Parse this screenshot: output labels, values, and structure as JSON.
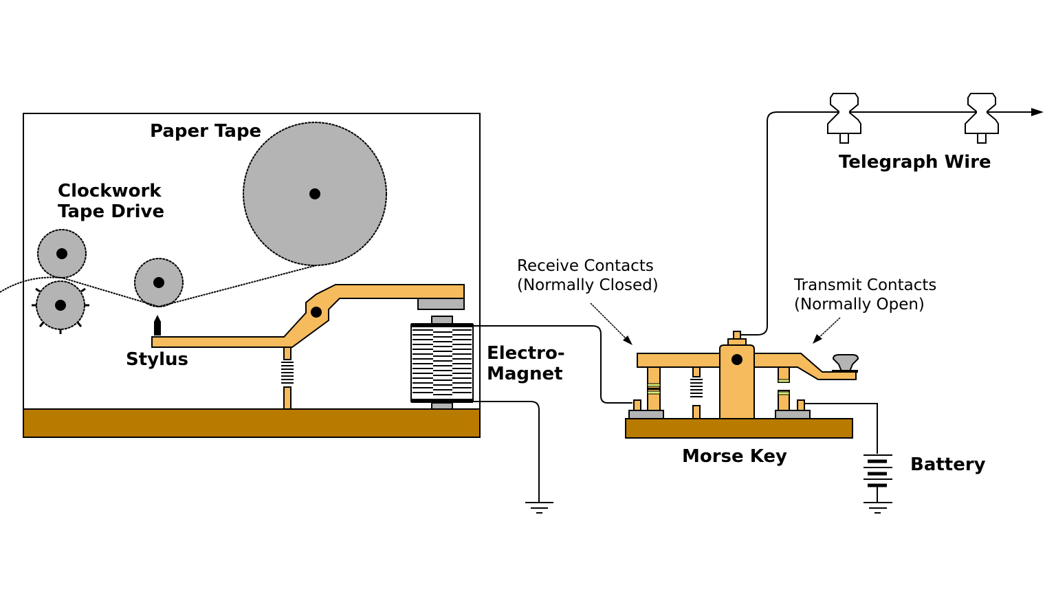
{
  "diagram": {
    "title": "Morse telegraph receiver and key circuit",
    "labels": {
      "paper_tape": "Paper Tape",
      "clockwork_line1": "Clockwork",
      "clockwork_line2": "Tape Drive",
      "stylus": "Stylus",
      "electromagnet_line1": "Electro-",
      "electromagnet_line2": "Magnet",
      "receive_line1": "Receive Contacts",
      "receive_line2": "(Normally Closed)",
      "transmit_line1": "Transmit Contacts",
      "transmit_line2": "(Normally Open)",
      "telegraph_wire": "Telegraph Wire",
      "morse_key": "Morse Key",
      "battery": "Battery"
    },
    "colors": {
      "brass": "#f5bb5c",
      "wood": "#b97a00",
      "steel": "#b4b4b4",
      "contact_green": "#d8f07a"
    }
  }
}
